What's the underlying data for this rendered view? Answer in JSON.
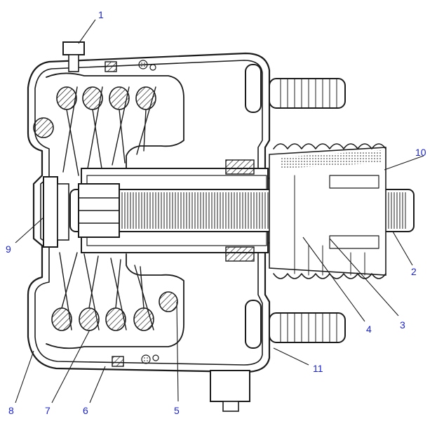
{
  "diagram": {
    "callouts": [
      {
        "id": "1",
        "text": "1"
      },
      {
        "id": "2",
        "text": "2"
      },
      {
        "id": "3",
        "text": "3"
      },
      {
        "id": "4",
        "text": "4"
      },
      {
        "id": "5",
        "text": "5"
      },
      {
        "id": "6",
        "text": "6"
      },
      {
        "id": "7",
        "text": "7"
      },
      {
        "id": "8",
        "text": "8"
      },
      {
        "id": "9",
        "text": "9"
      },
      {
        "id": "10",
        "text": "10"
      },
      {
        "id": "11",
        "text": "11"
      }
    ],
    "colors": {
      "callout_text": "#1a23d6",
      "line_art": "#1c1c1c",
      "hatch": "#1c1c1c",
      "background": "#ffffff"
    }
  }
}
